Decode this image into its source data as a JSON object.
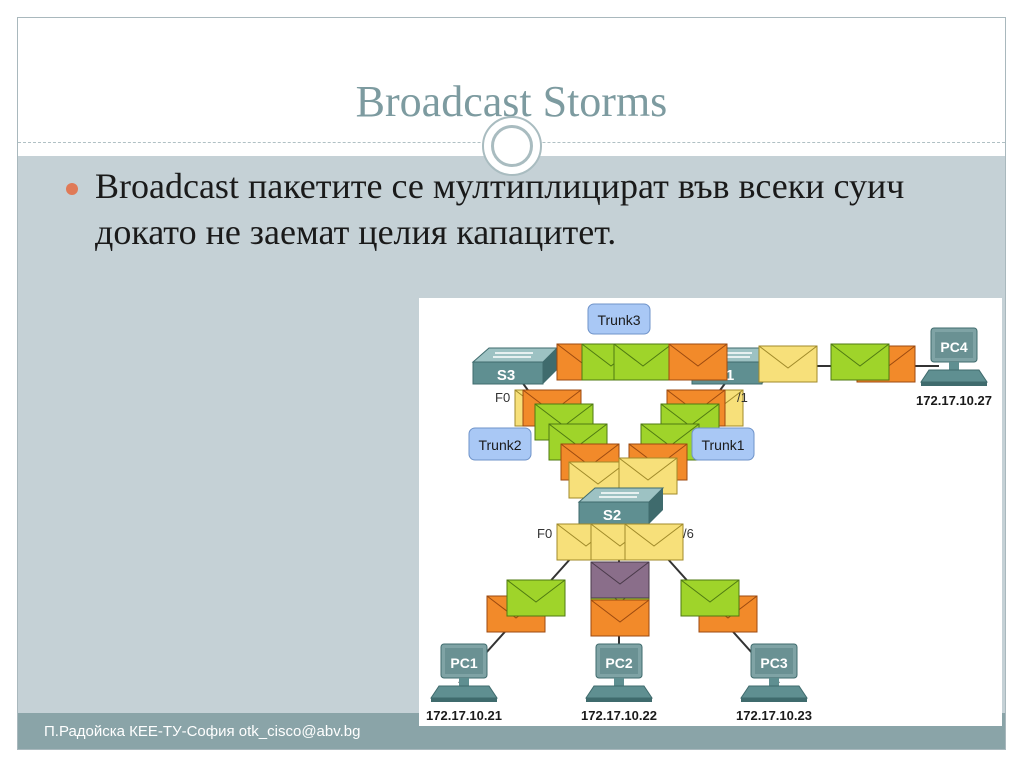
{
  "slide": {
    "title": "Broadcast Storms",
    "bullet": "Broadcast пакетите се мултиплицират във всеки суич докато не заемат целия капацитет.",
    "footer": "П.Радойска КЕЕ-ТУ-София otk_cisco@abv.bg"
  },
  "diagram": {
    "switches": {
      "s1": "S1",
      "s2": "S2",
      "s3": "S3"
    },
    "trunks": {
      "trunk1": "Trunk1",
      "trunk2": "Trunk2",
      "trunk3": "Trunk3"
    },
    "ports": {
      "s3_port": "F0",
      "s1_port": "/1",
      "s2_left_port": "F0",
      "s2_right_port": "/6"
    },
    "pcs": [
      {
        "name": "PC1",
        "ip": "172.17.10.21"
      },
      {
        "name": "PC2",
        "ip": "172.17.10.22"
      },
      {
        "name": "PC3",
        "ip": "172.17.10.23"
      },
      {
        "name": "PC4",
        "ip": "172.17.10.27"
      }
    ],
    "colors": {
      "envelope_green": "#9fd42a",
      "envelope_orange": "#f28a2a",
      "envelope_yellow": "#f7e07a",
      "switch": "#5f8f91",
      "trunk_label": "#a9c8f5"
    }
  }
}
